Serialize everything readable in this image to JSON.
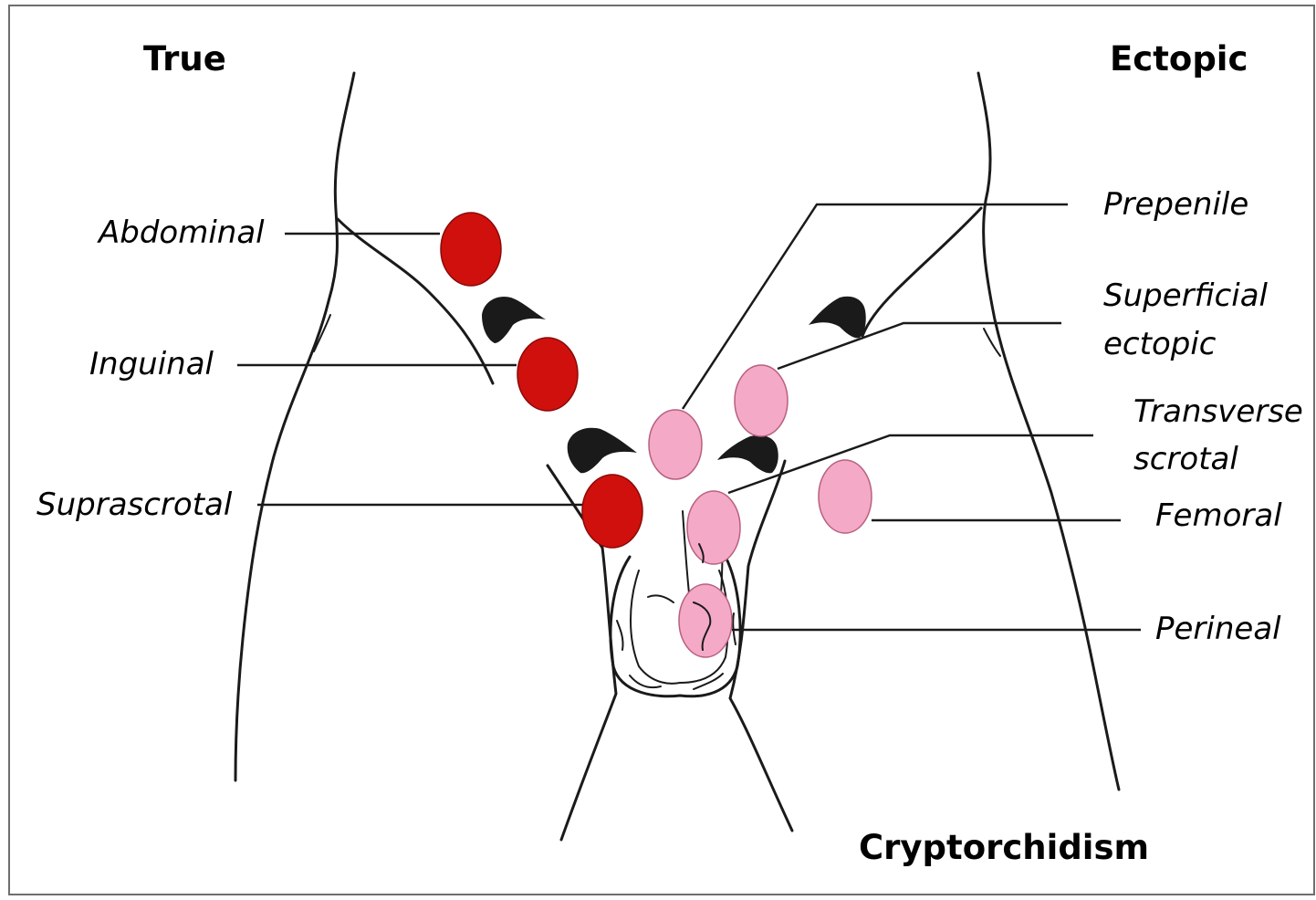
{
  "headings": {
    "left": "True",
    "right": "Ectopic"
  },
  "footer_title": "Cryptorchidism",
  "labels": {
    "abdominal": "Abdominal",
    "inguinal": "Inguinal",
    "suprascrotal": "Suprascrotal",
    "prepenile": "Prepenile",
    "superficial_line1": "Superficial",
    "superficial_line2": "ectopic",
    "transverse_line1": "Transverse",
    "transverse_line2": "scrotal",
    "femoral": "Femoral",
    "perineal": "Perineal"
  },
  "colors": {
    "true_testis": "#d0100d",
    "ectopic_testis": "#f4a9c6",
    "true_testis_stroke": "#8a0a08",
    "ectopic_testis_stroke": "#b8607f"
  }
}
